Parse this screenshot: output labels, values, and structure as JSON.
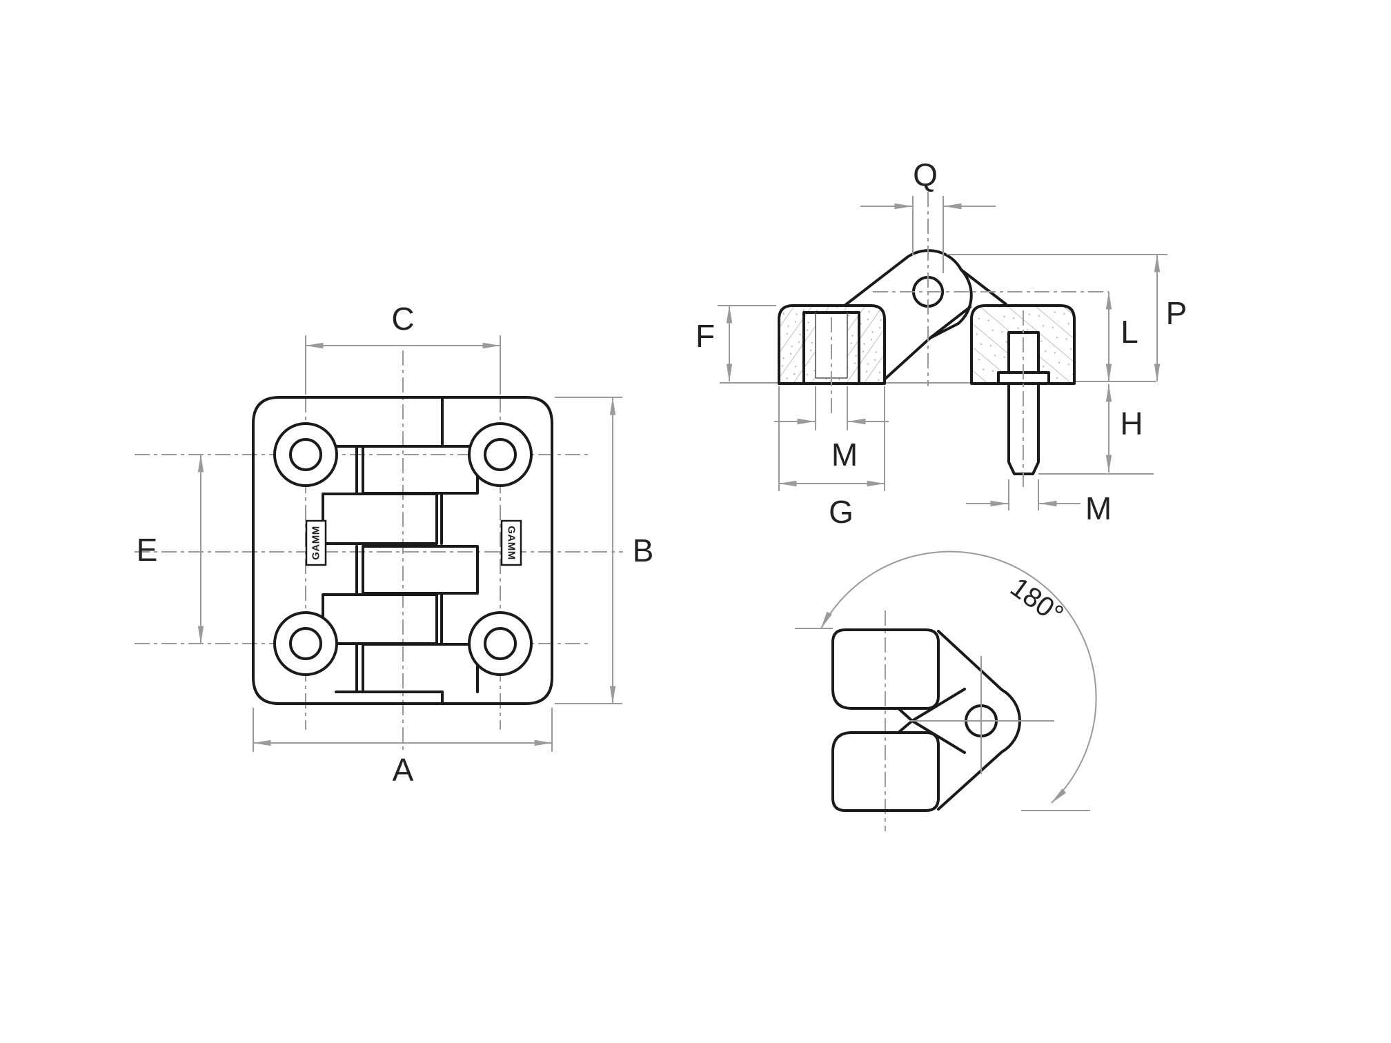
{
  "drawing_type": "hinge technical drawing, three orthographic views",
  "brand_logo": "GAMM",
  "colors": {
    "outline": "#1a1a1a",
    "dimension_lines": "#9a9a9a",
    "hatch": "#b8b8b8",
    "background": "#ffffff",
    "label_text": "#222222"
  },
  "views": {
    "front": {
      "title": "front view of hinge with four mounting holes",
      "dims": {
        "overall_width": "A",
        "overall_height": "B",
        "hole_spacing_horizontal": "C",
        "hole_spacing_vertical": "E"
      }
    },
    "section": {
      "title": "side section view with threaded bush and stud",
      "dims": {
        "leaf_block_height": "F",
        "thread_size": "M",
        "block_width": "G",
        "knuckle_thickness": "Q",
        "pin_center_to_base": "L",
        "overall_height": "P",
        "stud_length": "H",
        "stud_thread_size": "M"
      }
    },
    "opening": {
      "title": "opening angle view",
      "dims": {
        "opening_angle": "180°"
      }
    }
  }
}
